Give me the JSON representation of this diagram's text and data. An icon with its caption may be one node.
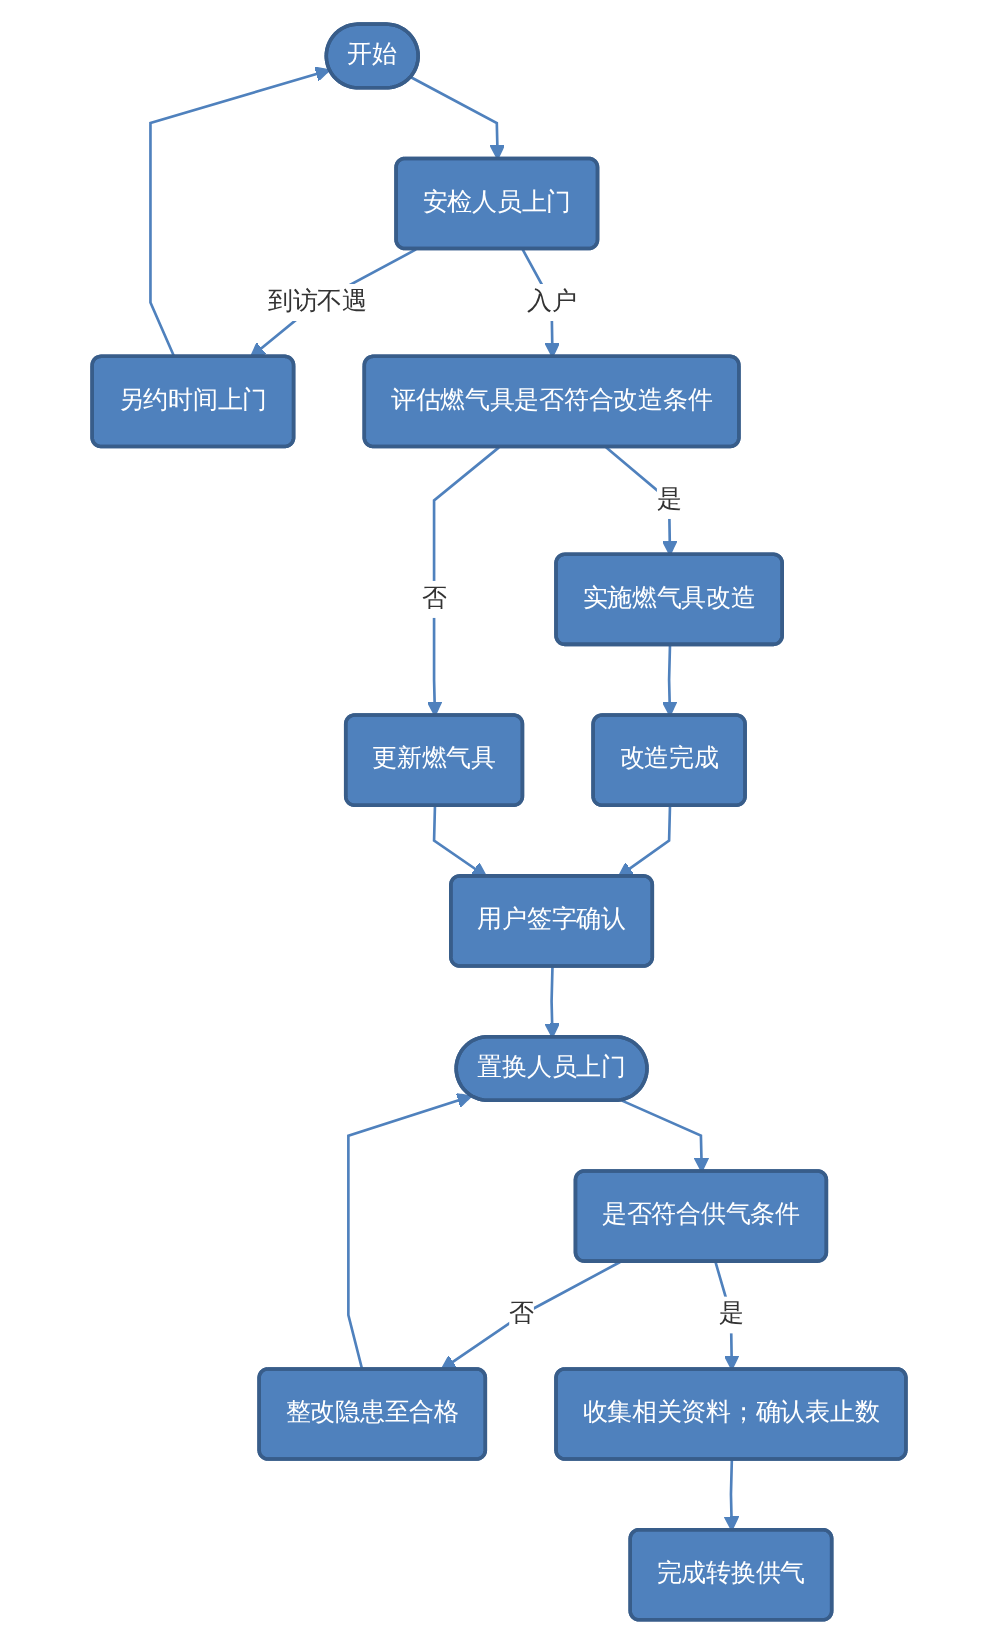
{
  "diagram": {
    "nodes": [
      {
        "text": [
          "开始"
        ]
      },
      {
        "text": [
          "安检人员上门"
        ]
      },
      {
        "text": [
          "另约时间上门"
        ]
      },
      {
        "text": [
          "评估燃气具是否符合改造条件"
        ]
      },
      {
        "text": [
          "更新燃气具"
        ]
      },
      {
        "text": [
          "实施燃气具改造"
        ]
      },
      {
        "text": [
          "改造完成"
        ]
      },
      {
        "text": [
          "用户签字确认"
        ]
      },
      {
        "text": [
          "置换人员上门"
        ]
      },
      {
        "text": [
          "是否符合供气条件"
        ]
      },
      {
        "text": [
          "整改隐患至合格"
        ]
      },
      {
        "text": [
          "收集相关资料；确认表止数"
        ]
      },
      {
        "text": [
          "完成转换供气"
        ]
      }
    ],
    "edges": [
      {
        "from": 0,
        "to": 1,
        "arrow": "to"
      },
      {
        "from": 1,
        "to": 2,
        "arrow": "to",
        "label": "到访不遇"
      },
      {
        "from": 2,
        "to": 0,
        "arrow": "to"
      },
      {
        "from": 1,
        "to": 3,
        "arrow": "to",
        "label": "入户"
      },
      {
        "from": 3,
        "to": 5,
        "arrow": "to",
        "label": "是"
      },
      {
        "from": 3,
        "to": 4,
        "arrow": "to",
        "label": "否"
      },
      {
        "from": 5,
        "to": 6,
        "arrow": "to"
      },
      {
        "from": 6,
        "to": 7,
        "arrow": "to"
      },
      {
        "from": 4,
        "to": 7,
        "arrow": "to"
      },
      {
        "from": 7,
        "to": 8,
        "arrow": "to"
      },
      {
        "from": 8,
        "to": 9,
        "arrow": "to"
      },
      {
        "from": 9,
        "to": 10,
        "arrow": "to",
        "label": "否"
      },
      {
        "from": 10,
        "to": 8,
        "arrow": "to"
      },
      {
        "from": 9,
        "to": 11,
        "arrow": "to",
        "label": "是"
      },
      {
        "from": 11,
        "to": 12,
        "arrow": "to"
      }
    ]
  }
}
